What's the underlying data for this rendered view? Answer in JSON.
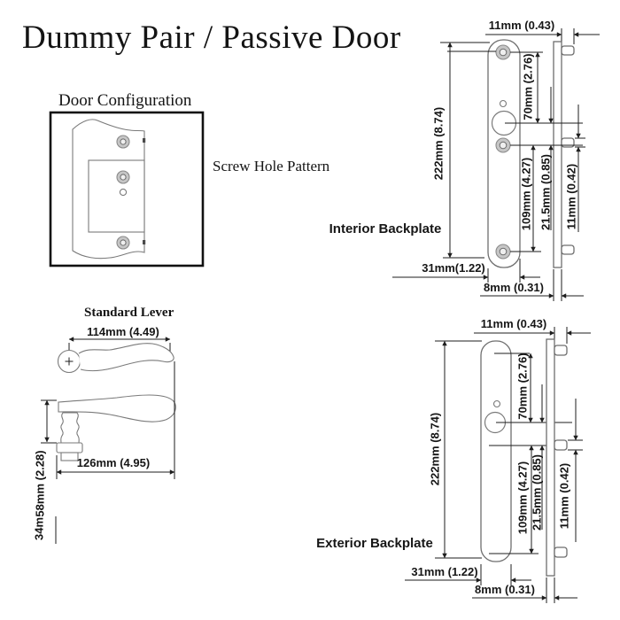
{
  "title": "Dummy Pair / Passive Door",
  "door_configuration": {
    "heading": "Door Configuration",
    "screw_hole_label": "Screw Hole Pattern"
  },
  "standard_lever": {
    "heading": "Standard Lever",
    "length_top_view": "114mm (4.49)",
    "length_side_view": "126mm (4.95)",
    "height": "58mm (2.28)",
    "partial_dim": "34m"
  },
  "interior_backplate": {
    "label": "Interior Backplate",
    "tab_offset_top": "11mm (0.43)",
    "overall_height": "222mm (8.74)",
    "screw_to_cylinder": "70mm (2.76)",
    "lower_screw_span": "109mm (4.27)",
    "cylinder_to_screw": "21.5mm (0.85)",
    "tab_height": "11mm (0.42)",
    "plate_width": "31mm(1.22)",
    "plate_thickness": "8mm (0.31)"
  },
  "exterior_backplate": {
    "label": "Exterior Backplate",
    "tab_offset_top": "11mm (0.43)",
    "overall_height": "222mm (8.74)",
    "screw_to_cylinder": "70mm (2.76)",
    "lower_screw_span": "109mm (4.27)",
    "cylinder_to_screw": "21.5mm (0.85)",
    "tab_height": "11mm (0.42)",
    "plate_width": "31mm (1.22)",
    "plate_thickness": "8mm (0.31)"
  },
  "colors": {
    "background": "#ffffff",
    "part_outline": "#6e6e6e",
    "dimension_line": "#1e1e1e",
    "screw_fill": "#c6c6c6",
    "frame": "#111111"
  }
}
